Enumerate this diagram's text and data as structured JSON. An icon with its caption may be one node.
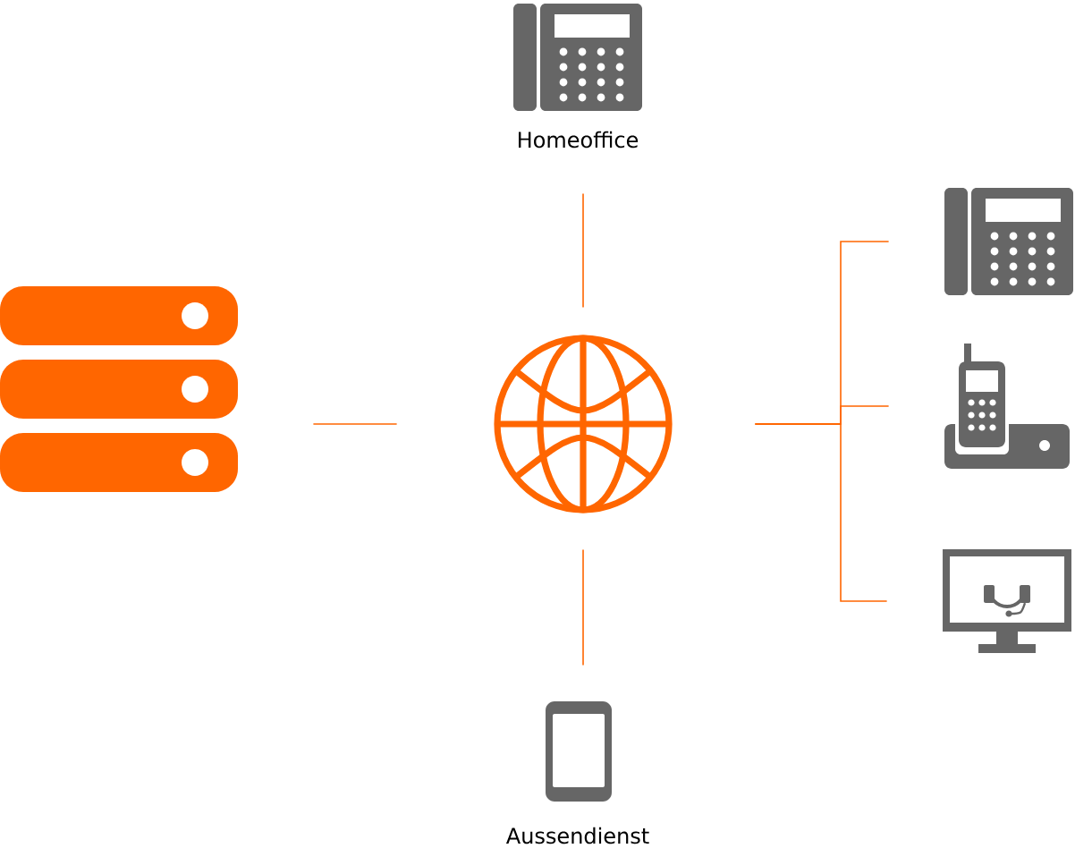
{
  "diagram": {
    "nodes": [
      {
        "text": [],
        "shape": "server"
      },
      {
        "text": [
          "Homeoffice"
        ]
      },
      {
        "text": [],
        "shape": "globe"
      },
      {
        "text": [
          "Aussendienst"
        ]
      },
      {
        "text": [],
        "shape": "phone"
      },
      {
        "text": [],
        "shape": "phone"
      },
      {
        "text": [],
        "shape": "monitor"
      }
    ],
    "edges": [
      {
        "from": 0,
        "to": 2,
        "arrow": "none"
      },
      {
        "from": 1,
        "to": 2,
        "arrow": "none"
      },
      {
        "from": 2,
        "to": 3,
        "arrow": "none"
      },
      {
        "from": 2,
        "to": 4,
        "arrow": "none"
      },
      {
        "from": 2,
        "to": 5,
        "arrow": "none"
      },
      {
        "from": 2,
        "to": 6,
        "arrow": "none"
      }
    ]
  }
}
